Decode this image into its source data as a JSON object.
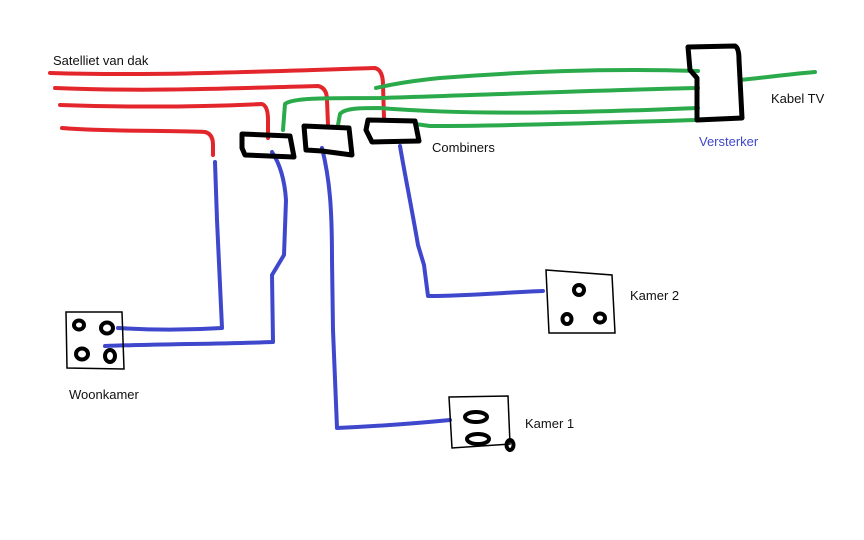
{
  "labels": {
    "satellite": "Satelliet van dak",
    "cable": "Kabel TV",
    "amplifier": "Versterker",
    "combiners": "Combiners",
    "living_room": "Woonkamer",
    "room1": "Kamer 1",
    "room2": "Kamer 2"
  },
  "colors": {
    "satellite_wire": "#e3262b",
    "cable_wire": "#2aaa4a",
    "outlet_wire": "#3f48cc",
    "device_outline": "#000000",
    "amplifier_label": "#3f48cc",
    "text": "#111111"
  }
}
